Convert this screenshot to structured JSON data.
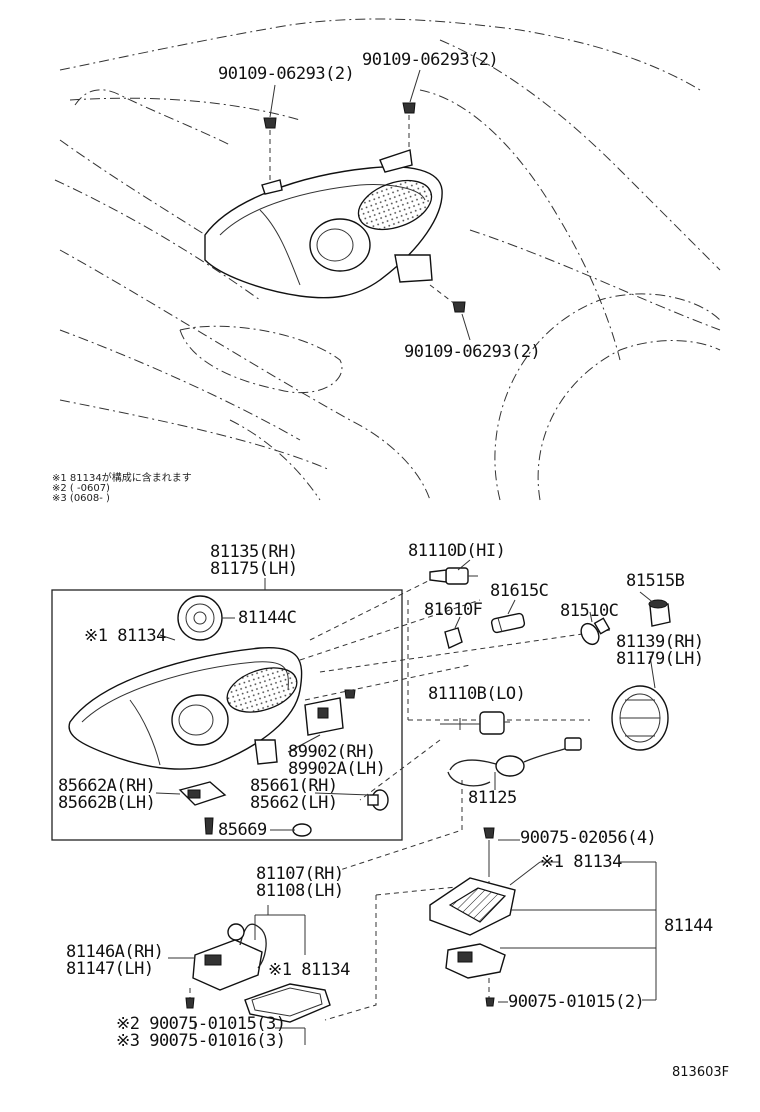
{
  "notes": [
    "※1 81134が構成に含まれます",
    "※2 (      -0607)",
    "※3 (0608-      )"
  ],
  "top_labels": {
    "bolt_left": "90109-06293(2)",
    "bolt_right": "90109-06293(2)",
    "bolt_bottom": "90109-06293(2)"
  },
  "assembly": {
    "rh": "81135(RH)",
    "lh": "81175(LH)"
  },
  "parts": {
    "p81144C": "81144C",
    "p81134_ref": "※1 81134",
    "p81110D": "81110D(HI)",
    "p81615C": "81615C",
    "p81610F": "81610F",
    "p81515B": "81515B",
    "p81510C": "81510C",
    "p81139_rh": "81139(RH)",
    "p81179_lh": "81179(LH)",
    "p81110B": "81110B(LO)",
    "p89902_rh": "89902(RH)",
    "p89902A_lh": "89902A(LH)",
    "p85662A_rh": "85662A(RH)",
    "p85662B_lh": "85662B(LH)",
    "p85661_rh": "85661(RH)",
    "p85662_lh": "85662(LH)",
    "p85669": "85669",
    "p81125": "81125",
    "p90075_02056": "90075-02056(4)",
    "p81134_mid": "※1 81134",
    "p81144": "81144",
    "p90075_01015_r": "90075-01015(2)",
    "p81107_rh": "81107(RH)",
    "p81108_lh": "81108(LH)",
    "p81146A_rh": "81146A(RH)",
    "p81147_lh": "81147(LH)",
    "p81134_low": "※1 81134",
    "p90075_01015_l": "※2 90075-01015(3)",
    "p90075_01016_l": "※3 90075-01016(3)"
  },
  "figure_id": "813603F"
}
